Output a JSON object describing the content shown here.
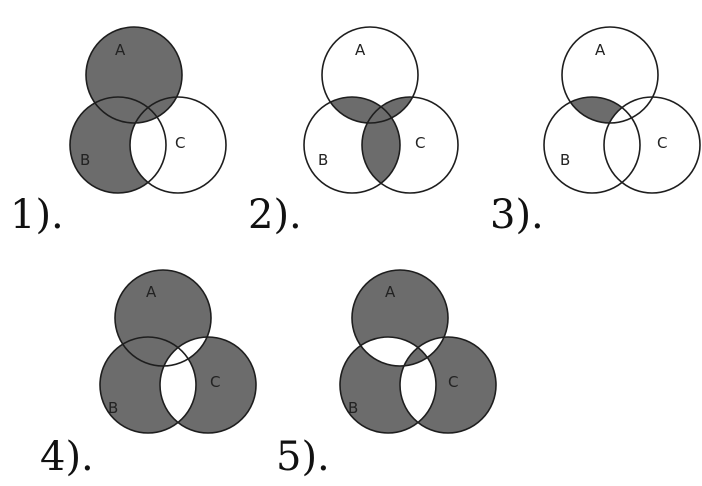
{
  "colors": {
    "shade": "#6c6c6c",
    "outline": "#1e1e1e",
    "background": "#ffffff"
  },
  "diagrams": [
    {
      "label": "1).",
      "sets": [
        "A",
        "B",
        "C"
      ],
      "shaded_regions": [
        "A",
        "B",
        "AB",
        "AC",
        "ABC"
      ]
    },
    {
      "label": "2).",
      "sets": [
        "A",
        "B",
        "C"
      ],
      "shaded_regions": [
        "AB",
        "AC",
        "BC",
        "ABC"
      ]
    },
    {
      "label": "3).",
      "sets": [
        "A",
        "B",
        "C"
      ],
      "shaded_regions": [
        "AB"
      ]
    },
    {
      "label": "4).",
      "sets": [
        "A",
        "B",
        "C"
      ],
      "shaded_regions": [
        "A",
        "B",
        "C",
        "AB"
      ]
    },
    {
      "label": "5).",
      "sets": [
        "A",
        "B",
        "C"
      ],
      "shaded_regions": [
        "A",
        "B",
        "C",
        "ABC"
      ]
    }
  ]
}
